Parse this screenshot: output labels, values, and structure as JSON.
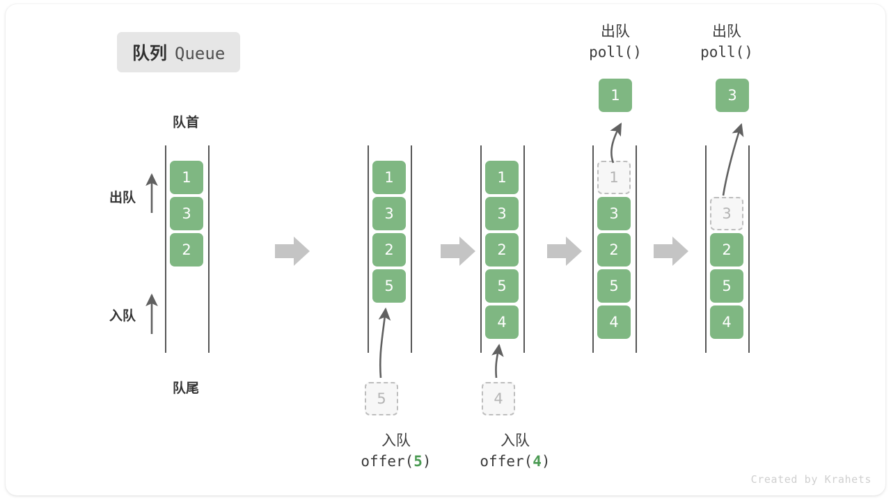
{
  "title": {
    "cn": "队列",
    "en": "Queue"
  },
  "labels": {
    "front": "队首",
    "rear": "队尾",
    "dequeue_side": "出队",
    "enqueue_side": "入队"
  },
  "colors": {
    "cell_fill": "#7fb782",
    "cell_text": "#ffffff",
    "ghost_fill": "#f7f7f7",
    "ghost_border": "#bdbdbd",
    "ghost_text": "#b4b4b4",
    "rail": "#555555",
    "arrow": "#606060",
    "step_arrow": "#c4c4c4",
    "badge_bg": "#e6e6e6",
    "accent_green": "#4a9a52",
    "watermark": "#cfcfcf"
  },
  "operations": {
    "offer5": {
      "cn": "入队",
      "fn": "offer(",
      "arg": "5",
      "close": ")"
    },
    "offer4": {
      "cn": "入队",
      "fn": "offer(",
      "arg": "4",
      "close": ")"
    },
    "poll1": {
      "cn": "出队",
      "fn": "poll()"
    },
    "poll2": {
      "cn": "出队",
      "fn": "poll()"
    }
  },
  "columns": [
    {
      "name": "initial-queue",
      "cells": [
        "1",
        "3",
        "2"
      ],
      "ghost": null,
      "popped": null
    },
    {
      "name": "after-offer-5",
      "cells": [
        "1",
        "3",
        "2",
        "5"
      ],
      "ghost": {
        "value": "5",
        "position": "below"
      },
      "popped": null
    },
    {
      "name": "after-offer-4",
      "cells": [
        "1",
        "3",
        "2",
        "5",
        "4"
      ],
      "ghost": {
        "value": "4",
        "position": "below"
      },
      "popped": null
    },
    {
      "name": "during-poll-1",
      "cells": [
        "3",
        "2",
        "5",
        "4"
      ],
      "ghost": {
        "value": "1",
        "position": "slot0"
      },
      "popped": "1"
    },
    {
      "name": "during-poll-2",
      "cells": [
        "2",
        "5",
        "4"
      ],
      "ghost": {
        "value": "3",
        "position": "slot1"
      },
      "popped": "3"
    }
  ],
  "step_arrows": 4,
  "watermark": "Created by Krahets"
}
